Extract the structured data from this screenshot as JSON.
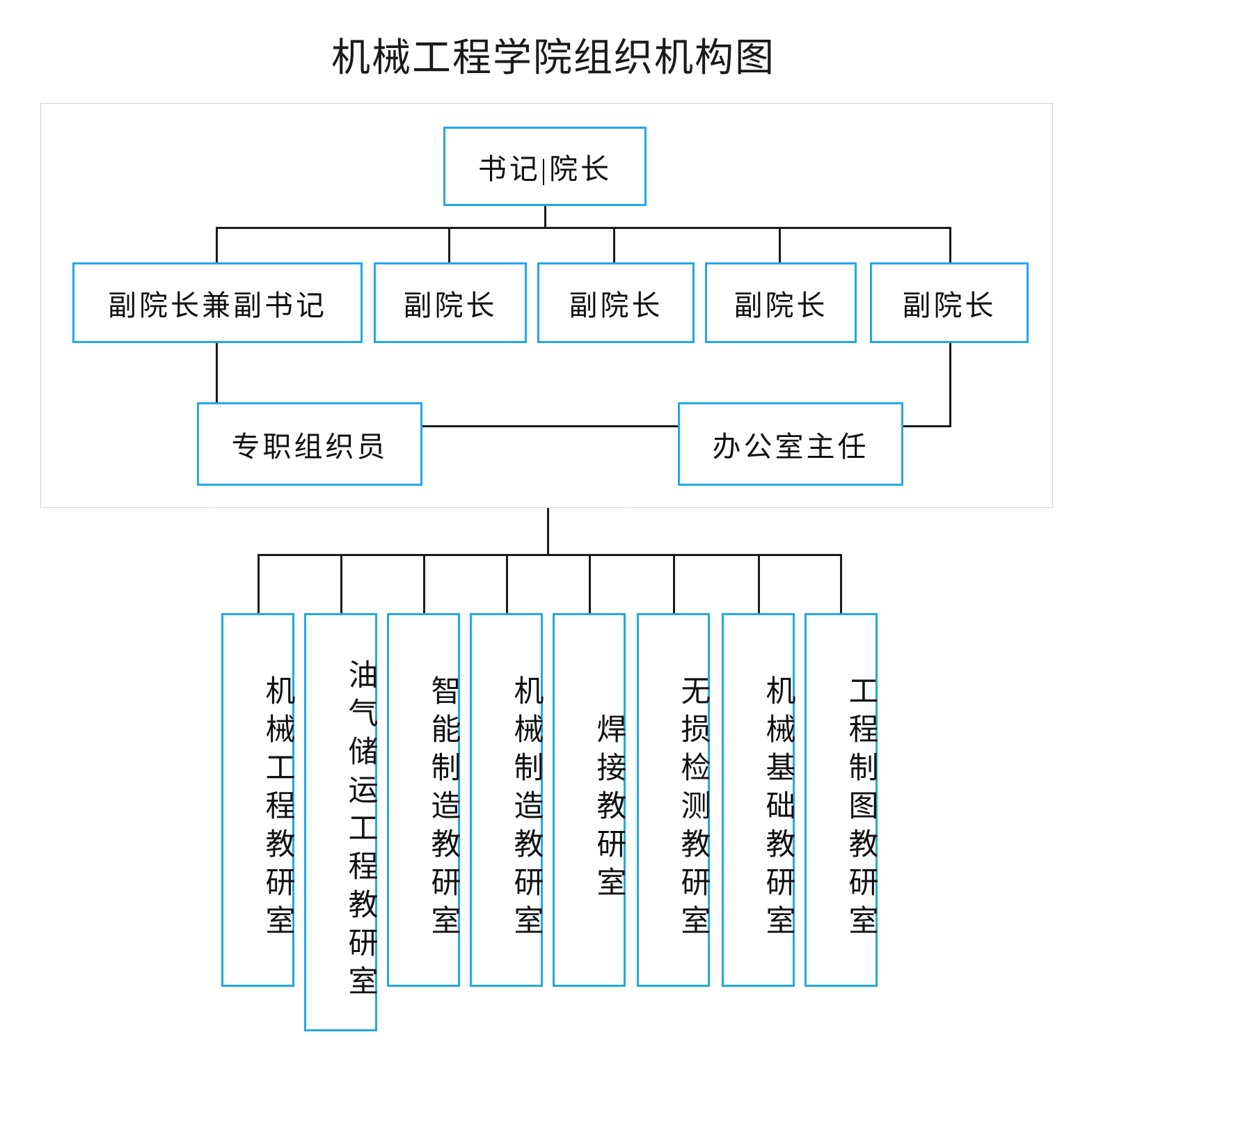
{
  "title": "机械工程学院组织机构图",
  "leadership": {
    "head": {
      "label": "书记|院长"
    },
    "deputies": [
      {
        "label": "副院长兼副书记"
      },
      {
        "label": "副院长"
      },
      {
        "label": "副院长"
      },
      {
        "label": "副院长"
      },
      {
        "label": "副院长"
      }
    ],
    "staff": [
      {
        "label": "专职组织员"
      },
      {
        "label": "办公室主任"
      }
    ]
  },
  "departments": [
    {
      "label": "机械工程教研室"
    },
    {
      "label": "油气储运工程教研室"
    },
    {
      "label": "智能制造教研室"
    },
    {
      "label": "机械制造教研室"
    },
    {
      "label": "焊接教研室"
    },
    {
      "label": "无损检测教研室"
    },
    {
      "label": "机械基础教研室"
    },
    {
      "label": "工程制图教研室"
    }
  ],
  "colors": {
    "box_border": "#22a7e8",
    "connector": "#1a1a1a",
    "region_border": "#a8a8a8",
    "text": "#111111",
    "background": "#ffffff"
  }
}
